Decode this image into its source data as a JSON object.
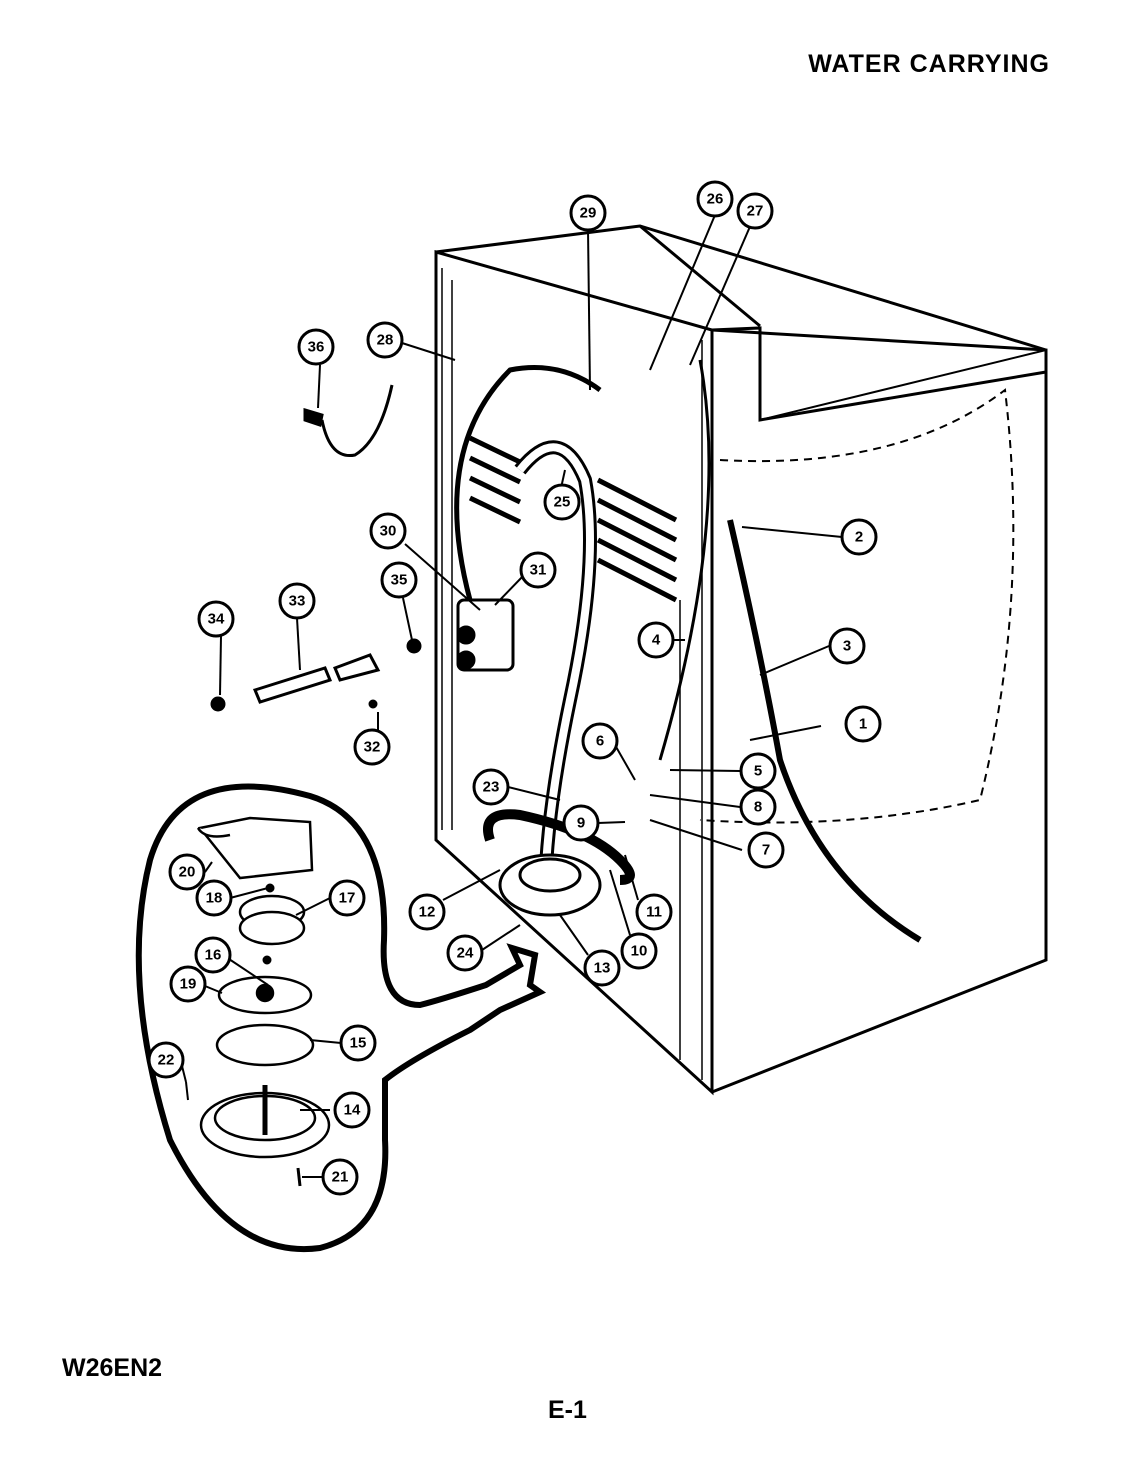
{
  "header": {
    "title": "WATER CARRYING"
  },
  "footer": {
    "model": "W26EN2",
    "page": "E-1"
  },
  "callouts": [
    "1",
    "2",
    "3",
    "4",
    "5",
    "6",
    "7",
    "8",
    "9",
    "10",
    "11",
    "12",
    "13",
    "14",
    "15",
    "16",
    "17",
    "18",
    "19",
    "20",
    "21",
    "22",
    "23",
    "24",
    "25",
    "26",
    "27",
    "28",
    "29",
    "30",
    "31",
    "32",
    "33",
    "34",
    "35",
    "36"
  ]
}
